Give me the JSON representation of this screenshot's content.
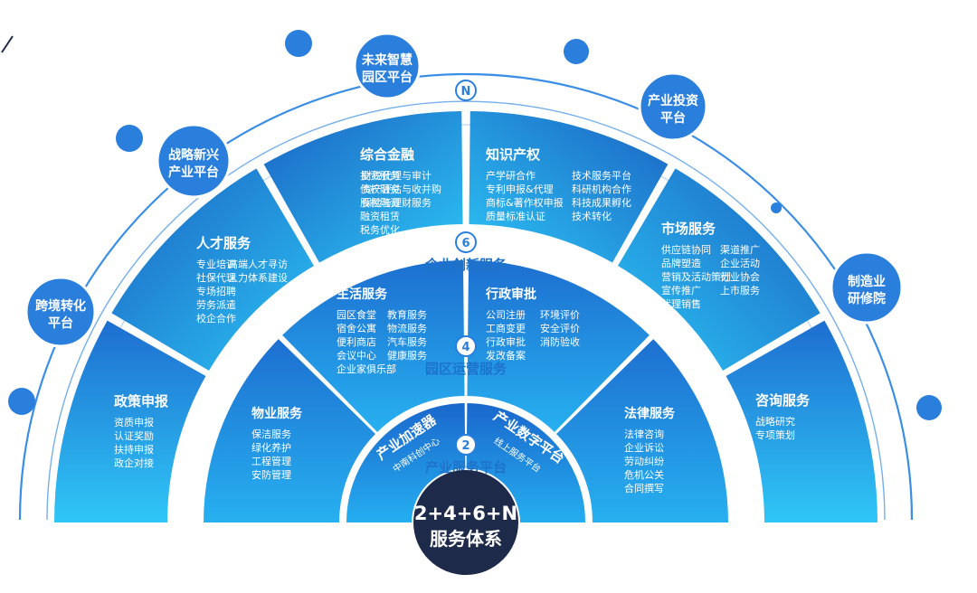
{
  "center": {
    "line1": "2+4+6+N",
    "line2": "服务体系"
  },
  "ring2": {
    "badge": "2",
    "label": "产业服务平台",
    "segments": [
      {
        "title": "产业加速器",
        "sub": "中南科创中心"
      },
      {
        "title": "产业数字平台",
        "sub": "线上服务平台"
      }
    ]
  },
  "ring4": {
    "badge": "4",
    "label": "园区运营服务",
    "segments": [
      {
        "title": "物业服务",
        "items": [
          "保洁服务",
          "绿化养护",
          "工程管理",
          "安防管理"
        ]
      },
      {
        "title": "生活服务",
        "items": [
          "园区食堂",
          "宿舍公寓",
          "便利商店",
          "会议中心",
          "企业家俱乐部"
        ],
        "items2": [
          "教育服务",
          "物流服务",
          "汽车服务",
          "健康服务"
        ]
      },
      {
        "title": "行政审批",
        "items": [
          "公司注册",
          "工商变更",
          "行政审批",
          "发改备案"
        ],
        "items2": [
          "环境评价",
          "安全评价",
          "消防验收"
        ]
      },
      {
        "title": "法律服务",
        "items": [
          "法律咨询",
          "企业诉讼",
          "劳动纠纷",
          "危机公关",
          "合同撰写"
        ]
      }
    ]
  },
  "ring6": {
    "badge": "6",
    "label": "企业创新服务",
    "segments": [
      {
        "title": "政策申报",
        "items": [
          "资质申报",
          "认证奖励",
          "扶持申报",
          "政企对接"
        ]
      },
      {
        "title": "人才服务",
        "items": [
          "专业培训",
          "社保代理",
          "专场招聘",
          "劳务派遣",
          "校企合作"
        ],
        "items2": [
          "高端人才寻访",
          "人力体系建设"
        ]
      },
      {
        "title": "综合金融",
        "items": [
          "投资服务",
          "债权融资",
          "股权融资",
          "融资租赁",
          "税务优化"
        ],
        "items2": [
          "财税代理与审计",
          "资产评估与收并购",
          "保险与理财服务"
        ]
      },
      {
        "title": "知识产权",
        "items": [
          "产学研合作",
          "专利申报&代理",
          "商标&著作权申报",
          "质量标准认证"
        ],
        "items2": [
          "技术服务平台",
          "科研机构合作",
          "科技成果孵化",
          "技术转化"
        ]
      },
      {
        "title": "市场服务",
        "items": [
          "供应链协同",
          "品牌塑造",
          "营销及活动策划",
          "宣传推广",
          "代理销售"
        ],
        "items2": [
          "渠道推广",
          "企业活动",
          "行业协会",
          "上市服务"
        ]
      },
      {
        "title": "咨询服务",
        "items": [
          "战略研究",
          "专项策划"
        ]
      }
    ]
  },
  "ringN": {
    "badge": "N",
    "platforms": [
      {
        "line1": "跨境转化",
        "line2": "平台"
      },
      {
        "line1": "战略新兴",
        "line2": "产业平台"
      },
      {
        "line1": "未来智慧",
        "line2": "园区平台"
      },
      {
        "line1": "产业投资",
        "line2": "平台"
      },
      {
        "line1": "制造业",
        "line2": "研修院"
      }
    ]
  },
  "colors": {
    "dark_center": "#1e2a4a",
    "primary_blue": "#1e73c8",
    "light_blue": "#29b6f6",
    "ring_label_bg": "#ffffff",
    "platform_blue": "#2a7fdc",
    "arc_line": "#3a8ee6"
  }
}
